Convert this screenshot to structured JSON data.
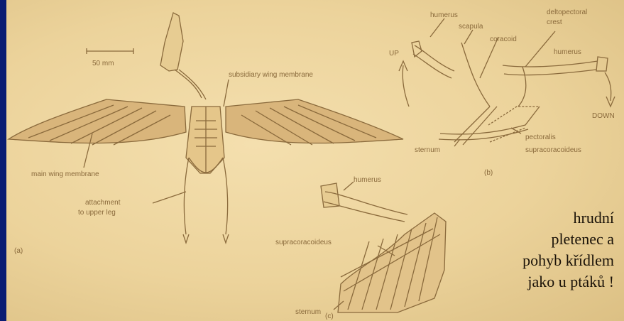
{
  "figure": {
    "scale_bar": "50 mm",
    "panel_a": {
      "tag": "(a)",
      "labels": {
        "subsidiary": "subsidiary wing membrane",
        "main": "main wing membrane",
        "attachment_1": "attachment",
        "attachment_2": "to upper leg"
      }
    },
    "panel_b": {
      "tag": "(b)",
      "labels": {
        "up": "UP",
        "down": "DOWN",
        "humerus_left": "humerus",
        "scapula": "scapula",
        "coracoid": "coracoid",
        "deltopectoral_1": "deltopectoral",
        "deltopectoral_2": "crest",
        "humerus_right": "humerus",
        "pectoralis": "pectoralis",
        "supracoracoideus": "supracoracoideus",
        "sternum": "sternum"
      }
    },
    "panel_c": {
      "tag": "(c)",
      "labels": {
        "humerus": "humerus",
        "supracoracoideus": "supracoracoideus",
        "sternum": "sternum"
      }
    }
  },
  "caption": {
    "line1": "hrudní",
    "line2": "pletenec a",
    "line3": "pohyb křídlem",
    "line4": "jako u ptáků  !"
  },
  "colors": {
    "background": "#ecd39b",
    "ink": "#8a6a3c",
    "frame": "#0b1f7a"
  }
}
